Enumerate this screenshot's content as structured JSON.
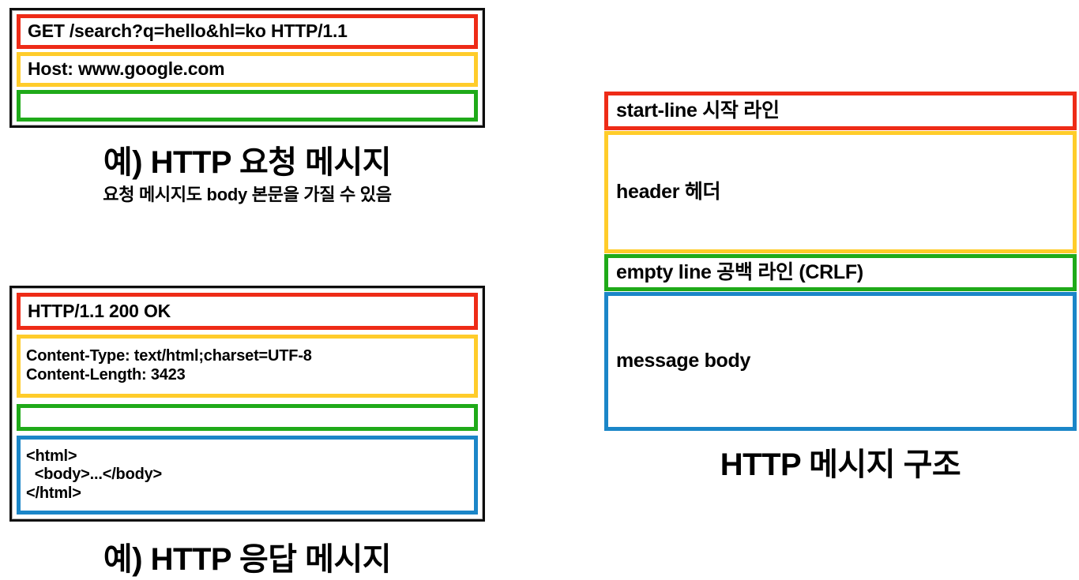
{
  "slide": {
    "title_request": "예) HTTP 요청 메시지",
    "subtitle_request": "요청 메시지도 body 본문을 가질 수 있음",
    "title_response": "예) HTTP 응답 메시지",
    "title_structure": "HTTP 메시지 구조"
  },
  "colors": {
    "start_line": "#ee2b17",
    "header": "#ffcc2a",
    "empty_line": "#1faa19",
    "message_body": "#1b86c8",
    "frame": "#111111",
    "background": "#ffffff"
  },
  "request_example": {
    "start_line": "GET /search?q=hello&hl=ko HTTP/1.1",
    "header": "Host: www.google.com",
    "empty_line": "",
    "body": ""
  },
  "response_example": {
    "start_line": "HTTP/1.1 200 OK",
    "header_line_1": "Content-Type: text/html;charset=UTF-8",
    "header_line_2": "Content-Length: 3423",
    "empty_line": "",
    "body_line_1": "<html>",
    "body_line_2": "  <body>...</body>",
    "body_line_3": "</html>"
  },
  "structure_diagram": {
    "start_line": "start-line 시작 라인",
    "header": "header 헤더",
    "empty_line": "empty line 공백 라인 (CRLF)",
    "message_body": "message body"
  }
}
